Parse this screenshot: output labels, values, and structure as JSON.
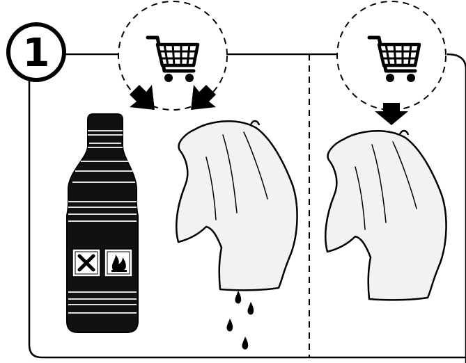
{
  "step": {
    "number": "1"
  },
  "panels": [
    {
      "id": "left",
      "icons": [
        "shopping-cart-icon",
        "arrow-down-left-icon",
        "arrow-down-right-icon",
        "bottle-icon",
        "toxic-hazard-icon",
        "flammable-hazard-icon",
        "cloth-icon",
        "liquid-drops-icon"
      ]
    },
    {
      "id": "right",
      "icons": [
        "shopping-cart-icon",
        "arrow-down-icon",
        "cloth-icon"
      ]
    }
  ],
  "colors": {
    "ink": "#000000",
    "cloth": "#f2f2f2",
    "background": "#ffffff"
  }
}
